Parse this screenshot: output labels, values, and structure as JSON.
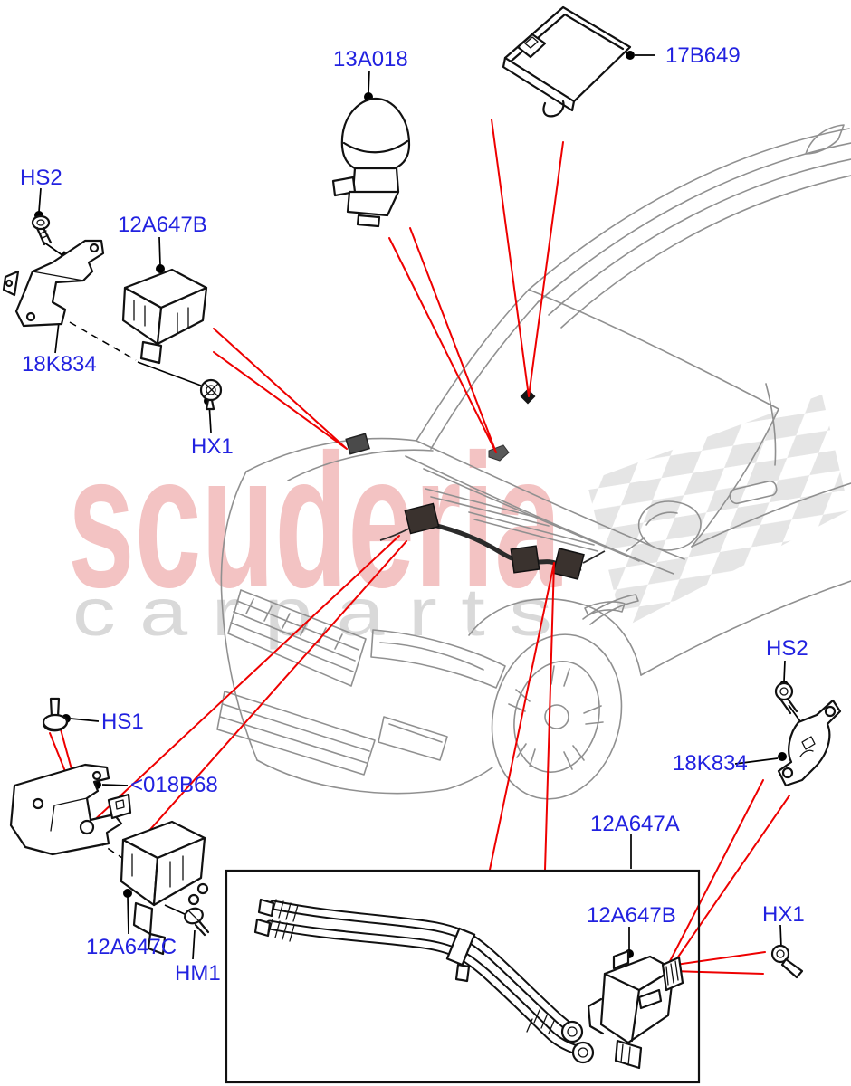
{
  "watermark": {
    "brand": "scuderia",
    "tagline": "c a r p a r t s"
  },
  "colors": {
    "label_blue": "#2222e0",
    "callout_red": "#ee0000",
    "leader_black": "#000000",
    "car_line_gray": "#909090",
    "watermark_pink": "#f3c3c3",
    "watermark_gray": "#d9d9d9"
  },
  "labels": [
    {
      "id": "13A018",
      "text": "13A018"
    },
    {
      "id": "17B649",
      "text": "17B649"
    },
    {
      "id": "HS2-left",
      "text": "HS2"
    },
    {
      "id": "12A647B-left",
      "text": "12A647B"
    },
    {
      "id": "18K834-left",
      "text": "18K834"
    },
    {
      "id": "HX1-left",
      "text": "HX1"
    },
    {
      "id": "HS1",
      "text": "HS1"
    },
    {
      "id": "018B68",
      "text": "<018B68"
    },
    {
      "id": "12A647C",
      "text": "12A647C"
    },
    {
      "id": "HM1",
      "text": "HM1"
    },
    {
      "id": "12A647A",
      "text": "12A647A"
    },
    {
      "id": "12A647B-box",
      "text": "12A647B"
    },
    {
      "id": "HX1-right",
      "text": "HX1"
    },
    {
      "id": "HS2-right",
      "text": "HS2"
    },
    {
      "id": "18K834-right",
      "text": "18K834"
    }
  ]
}
